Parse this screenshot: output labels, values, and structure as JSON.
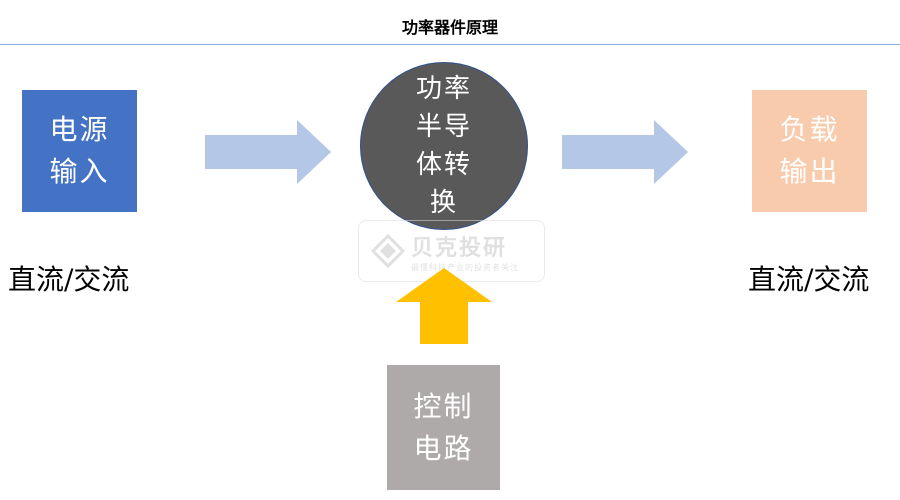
{
  "title": "功率器件原理",
  "nodes": {
    "input": {
      "line1": "电源",
      "line2": "输入",
      "color": "#4472c4"
    },
    "converter": {
      "line1": "功率",
      "line2": "半导",
      "line3": "体转",
      "line4": "换",
      "color": "#595959"
    },
    "load": {
      "line1": "负载",
      "line2": "输出",
      "color": "#f8cbad"
    },
    "control": {
      "line1": "控制",
      "line2": "电路",
      "color": "#aeaaaa"
    }
  },
  "labels": {
    "left": "直流/交流",
    "right": "直流/交流"
  },
  "arrows": {
    "flow_color": "#b4c7e7",
    "control_color": "#ffc000"
  },
  "watermark": {
    "name": "贝克投研",
    "tagline": "最懂科技产业的投资者关注"
  }
}
